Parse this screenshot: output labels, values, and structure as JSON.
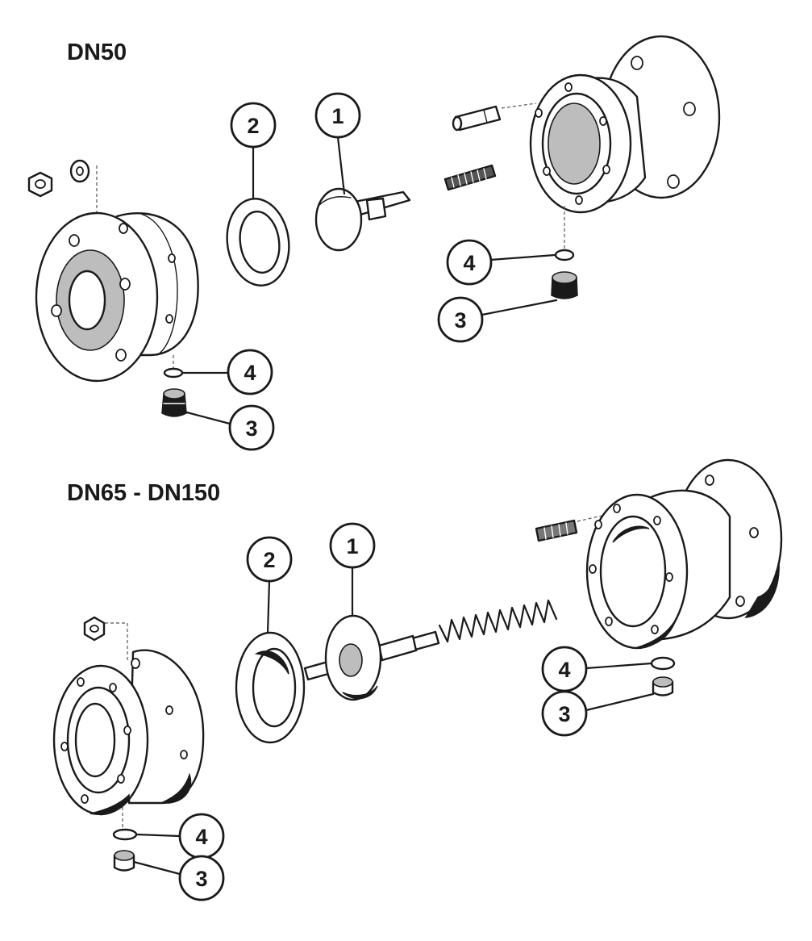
{
  "sections": [
    {
      "title": "DN50"
    },
    {
      "title": "DN65  - DN150"
    }
  ],
  "callouts": {
    "dn50": [
      {
        "number": "2"
      },
      {
        "number": "1"
      },
      {
        "number": "4"
      },
      {
        "number": "3"
      },
      {
        "number": "4"
      },
      {
        "number": "3"
      }
    ],
    "dn65_150": [
      {
        "number": "2"
      },
      {
        "number": "1"
      },
      {
        "number": "4"
      },
      {
        "number": "3"
      },
      {
        "number": "4"
      },
      {
        "number": "3"
      }
    ]
  },
  "colors": {
    "line": "#1a1a1a",
    "background": "#ffffff"
  }
}
